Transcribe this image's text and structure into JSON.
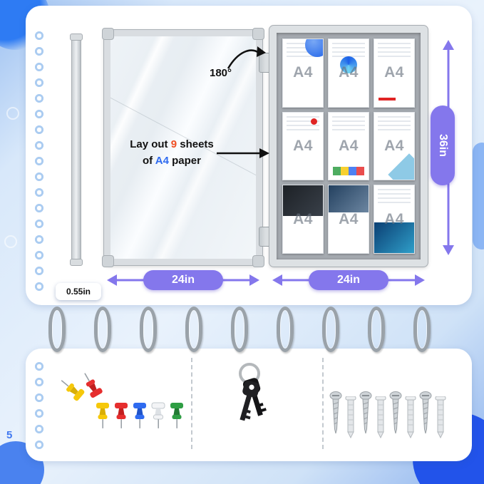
{
  "colors": {
    "accent_purple": "#8477ec",
    "accent_blue": "#2f6bf0",
    "accent_orange": "#f04f23",
    "frame_silver": "#d9dde1",
    "felt_gray": "#a6abb1",
    "pin_colors": [
      "#f6c80a",
      "#e62e2e",
      "#2f6bf0",
      "#f3f4f6",
      "#2f9e44"
    ]
  },
  "dimensions": {
    "height_label": "36in",
    "width_left_label": "24in",
    "width_right_label": "24in",
    "depth_label": "0.55in"
  },
  "annotations": {
    "rotation_label": "180°",
    "note_line1_pre": "Lay out ",
    "note_count": "9",
    "note_line1_post": " sheets",
    "note_line2_pre": "of ",
    "note_a4": "A4",
    "note_line2_post": " paper"
  },
  "papers": [
    {
      "label": "A4"
    },
    {
      "label": "A4"
    },
    {
      "label": "A4"
    },
    {
      "label": "A4"
    },
    {
      "label": "A4"
    },
    {
      "label": "A4"
    },
    {
      "label": "A4"
    },
    {
      "label": "A4"
    },
    {
      "label": "A4"
    }
  ],
  "background": {
    "doodle_text": "5"
  },
  "icons": {
    "binder_ring": "binder-ring-icon",
    "pushpin": "pushpin-icon",
    "keys": "keys-icon",
    "screw": "screw-icon",
    "wall_anchor": "wall-anchor-icon",
    "hinge": "hinge-icon"
  }
}
